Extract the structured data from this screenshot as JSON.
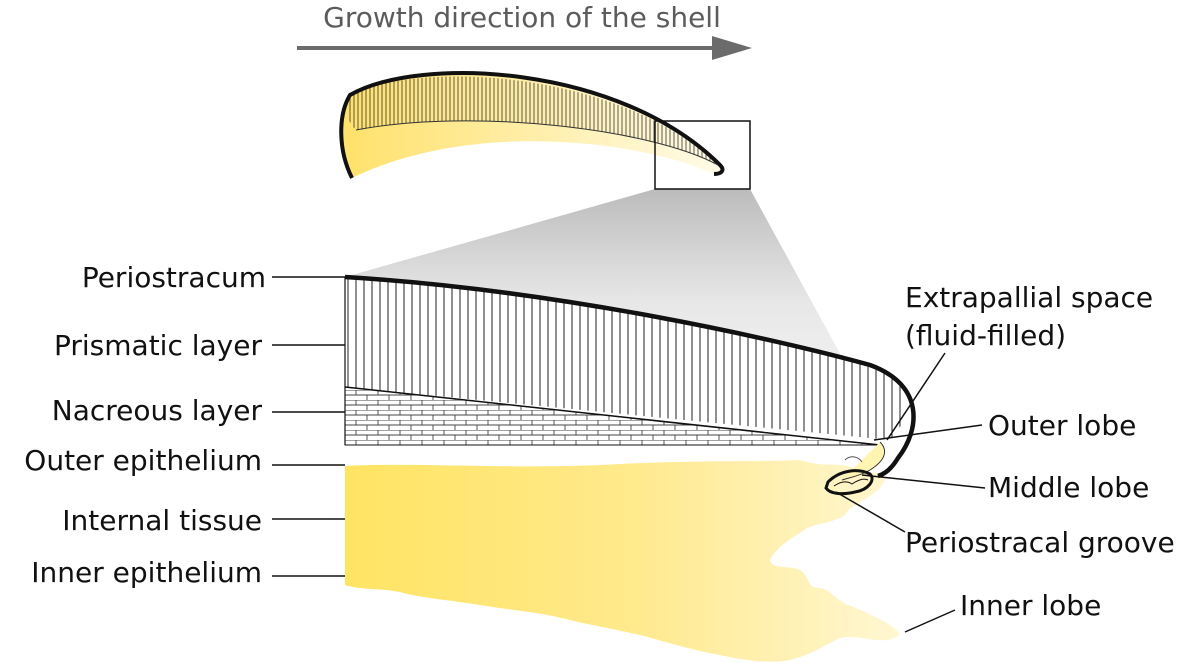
{
  "title": "Growth direction of the shell",
  "labels": {
    "periostracum": "Periostracum",
    "prismatic_layer": "Prismatic layer",
    "nacreous_layer": "Nacreous layer",
    "outer_epithelium": "Outer epithelium",
    "internal_tissue": "Internal tissue",
    "inner_epithelium": "Inner epithelium",
    "extrapallial_line1": "Extrapallial space",
    "extrapallial_line2": "(fluid-filled)",
    "outer_lobe": "Outer lobe",
    "middle_lobe": "Middle lobe",
    "periostracal_groove": "Periostracal groove",
    "inner_lobe": "Inner lobe"
  },
  "colors": {
    "arrow": "#6b6b6b",
    "title": "#5c5c5c",
    "tissue_light": "#fff6c8",
    "tissue_dark": "#ffe36a",
    "outline": "#111111"
  }
}
